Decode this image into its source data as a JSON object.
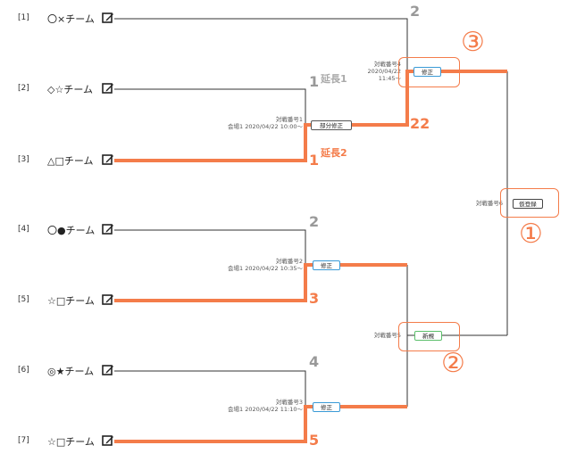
{
  "teams": [
    {
      "seed": "[1]",
      "name": "〇×チーム"
    },
    {
      "seed": "[2]",
      "name": "◇☆チーム"
    },
    {
      "seed": "[3]",
      "name": "△□チーム"
    },
    {
      "seed": "[4]",
      "name": "〇●チーム"
    },
    {
      "seed": "[5]",
      "name": "☆□チーム"
    },
    {
      "seed": "[6]",
      "name": "◎★チーム"
    },
    {
      "seed": "[7]",
      "name": "☆□チーム"
    }
  ],
  "matches": {
    "m1": {
      "line1": "対戦番号1",
      "line2": "会場1 2020/04/22 10:00～",
      "button": "部分修正",
      "score_top": "1",
      "score_bottom": "1",
      "ext_top": "延長1",
      "ext_bottom": "延長2"
    },
    "m2": {
      "line1": "対戦番号2",
      "line2": "会場1 2020/04/22 10:35～",
      "button": "修正",
      "score_top": "2",
      "score_bottom": "3"
    },
    "m3": {
      "line1": "対戦番号3",
      "line2": "会場1 2020/04/22 11:10～",
      "button": "修正",
      "score_top": "4",
      "score_bottom": "5"
    },
    "m4": {
      "line1": "対戦番号4",
      "line2": "2020/04/22",
      "line3": "11:45～",
      "button": "修正",
      "score_top": "2",
      "score_bottom": "22"
    },
    "m5": {
      "line1": "対戦番号5",
      "button": "新規"
    },
    "m6": {
      "line1": "対戦番号6",
      "button": "仮登録"
    }
  },
  "callouts": {
    "c1": "①",
    "c2": "②",
    "c3": "③"
  },
  "colors": {
    "winner_line": "#f47c4a",
    "bracket_line": "#333333",
    "callout": "#f47c4a"
  },
  "icons": {
    "edit": "edit-icon"
  }
}
